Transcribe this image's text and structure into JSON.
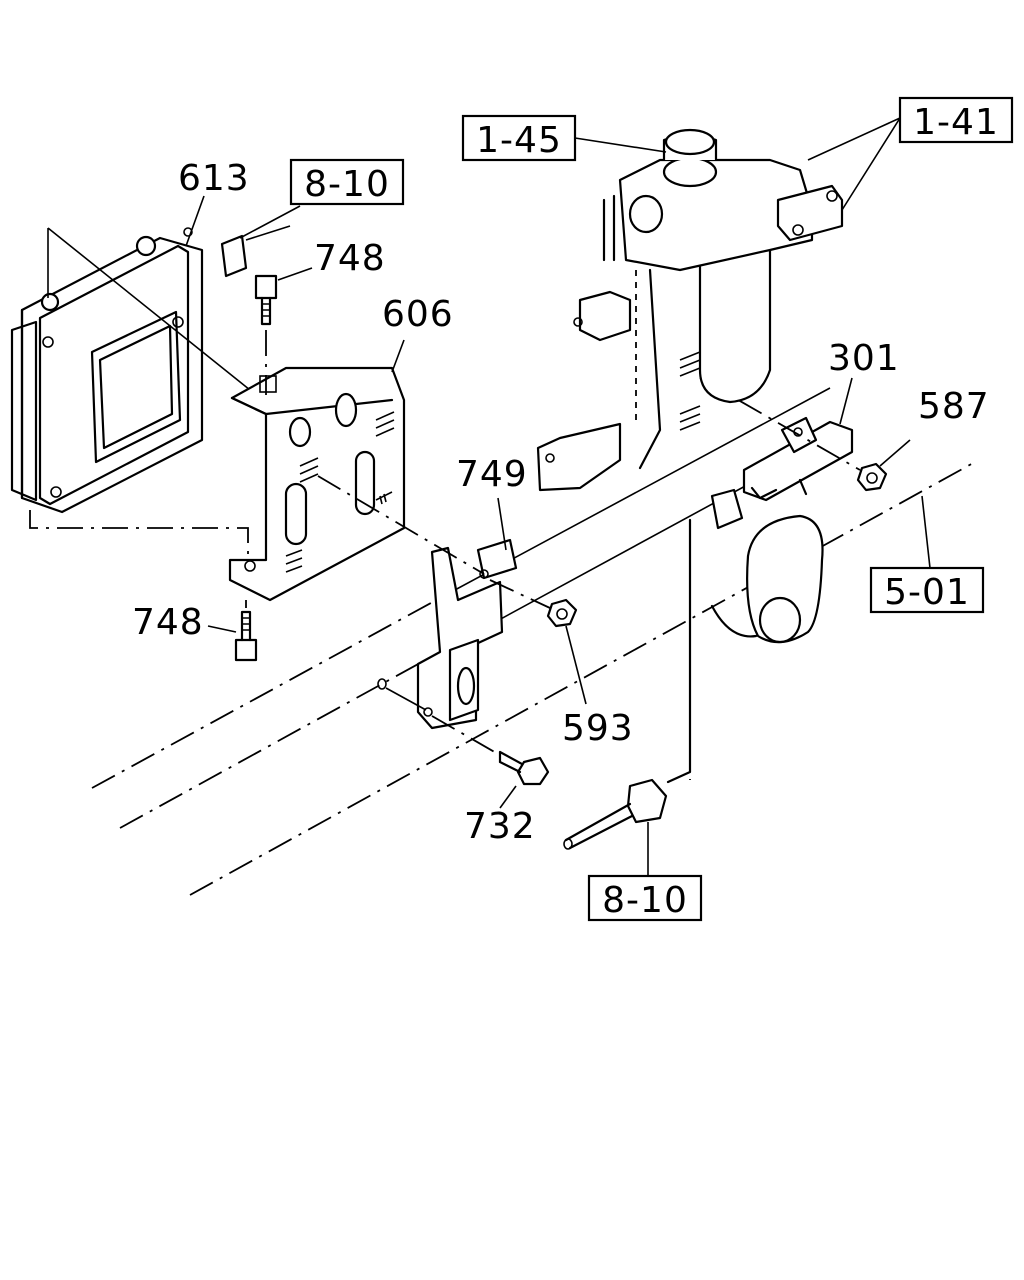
{
  "labels": {
    "ref_1_45": "1-45",
    "ref_1_41": "1-41",
    "ref_8_10_top": "8-10",
    "ref_8_10_bottom": "8-10",
    "ref_5_01": "5-01",
    "part_613": "613",
    "part_748_top": "748",
    "part_748_bottom": "748",
    "part_606": "606",
    "part_749": "749",
    "part_593": "593",
    "part_732": "732",
    "part_301": "301",
    "part_587": "587"
  }
}
